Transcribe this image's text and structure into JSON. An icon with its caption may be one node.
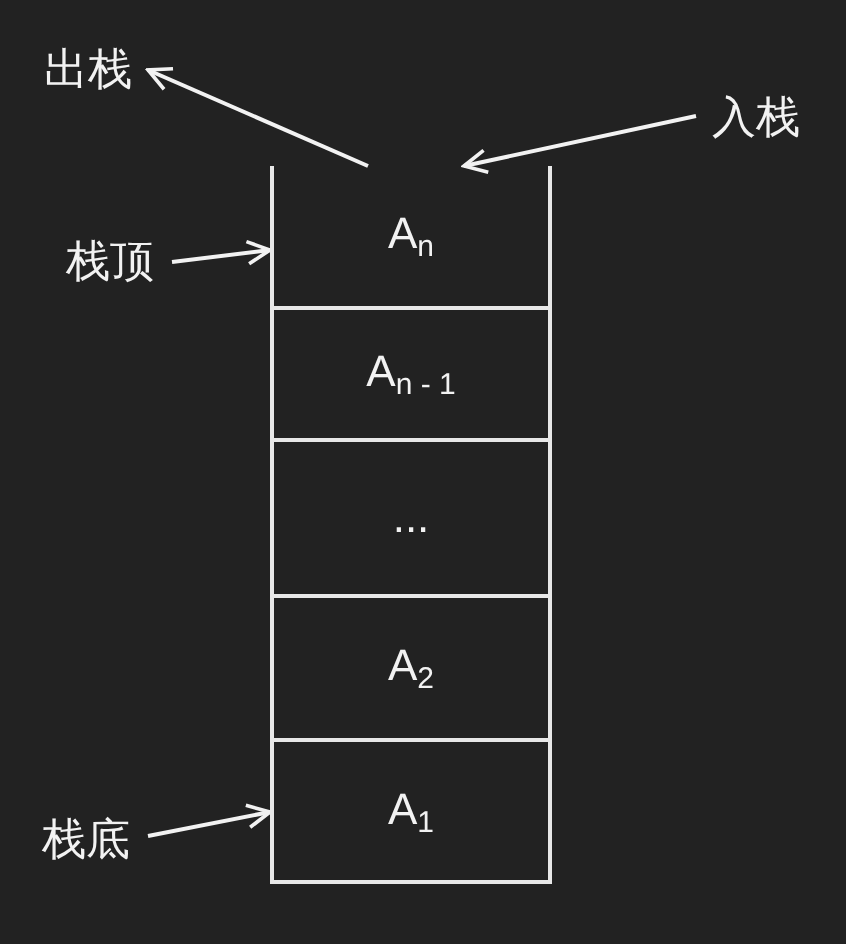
{
  "diagram": {
    "nodes": [
      {
        "text": [
          "出栈"
        ]
      },
      {
        "text": [
          "入栈"
        ]
      },
      {
        "text": [
          "栈顶"
        ]
      },
      {
        "text": [
          "栈底"
        ]
      },
      {
        "text": [
          "A$_{n}$"
        ]
      },
      {
        "text": [
          "A$_{n - 1}$"
        ]
      },
      {
        "text": [
          "..."
        ]
      },
      {
        "text": [
          "A$_{2}$"
        ]
      },
      {
        "text": [
          "A$_{1}$"
        ]
      }
    ],
    "edges": [
      {
        "from": 4,
        "to": 0,
        "arrow": "to"
      },
      {
        "from": 1,
        "to": 4,
        "arrow": "to"
      },
      {
        "from": 2,
        "to": 4,
        "arrow": "to"
      },
      {
        "from": 3,
        "to": 8,
        "arrow": "to"
      }
    ]
  }
}
